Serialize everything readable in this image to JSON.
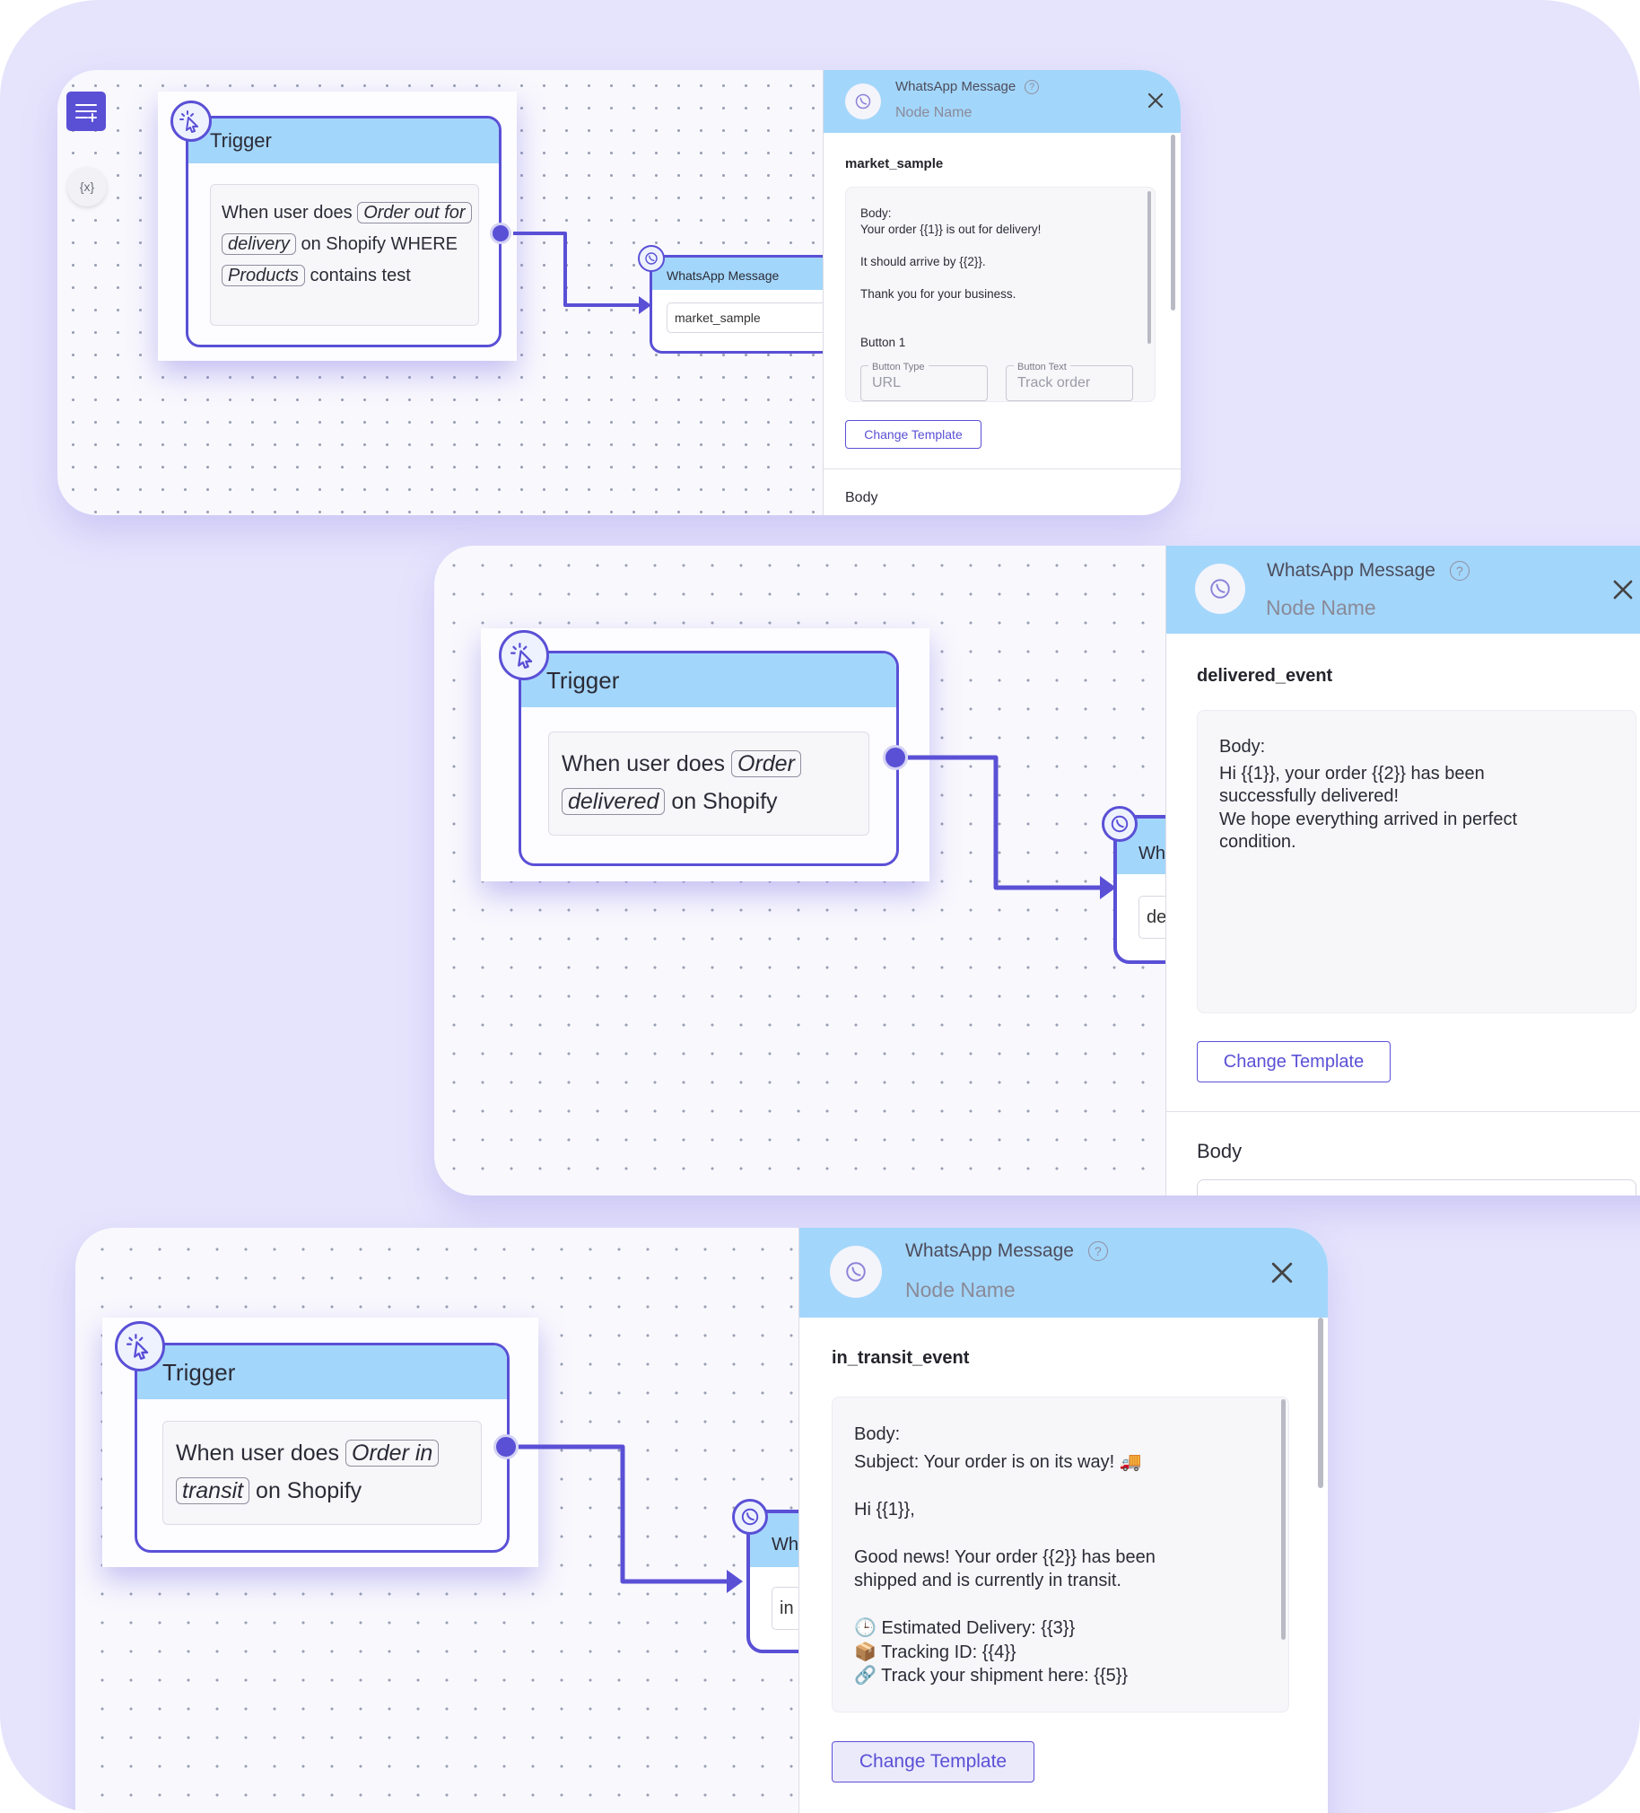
{
  "colors": {
    "background": "#e6e4fc",
    "accent": "#5a50d6",
    "header_blue": "#a3d6fb",
    "canvas": "#f9f8fd"
  },
  "icons": {
    "trigger": "pointer-click-icon",
    "whatsapp": "whatsapp-icon",
    "close": "close-icon",
    "help": "help-circle-icon",
    "menu": "add-list-icon",
    "variables": "variables-icon"
  },
  "flows": [
    {
      "trigger": {
        "title": "Trigger",
        "prefix": "When user does",
        "event": "Order out for delivery",
        "middle": "on",
        "platform_condition": "Shopify WHERE",
        "filter": "Products",
        "suffix": "contains test"
      },
      "node": {
        "title": "WhatsApp Message",
        "field": "market_sample"
      },
      "panel": {
        "title": "WhatsApp Message",
        "node_name_placeholder": "Node Name",
        "template_name": "market_sample",
        "body_lines": [
          "Body:",
          "Your order {{1}} is out for delivery!",
          "",
          "It should arrive by {{2}}.",
          "",
          "Thank you for your business.",
          "",
          "",
          "Button 1"
        ],
        "button_type_label": "Button Type",
        "button_type_value": "URL",
        "button_text_label": "Button Text",
        "button_text_value": "Track order",
        "change_template": "Change Template",
        "section_label": "Body"
      }
    },
    {
      "trigger": {
        "title": "Trigger",
        "prefix": "When user does",
        "event": "Order delivered",
        "suffix": "on Shopify"
      },
      "node": {
        "title": "Wh",
        "field": "de"
      },
      "panel": {
        "title": "WhatsApp Message",
        "node_name_placeholder": "Node Name",
        "template_name": "delivered_event",
        "body_lines": [
          "Body:",
          "Hi {{1}}, your order {{2}} has been",
          "successfully delivered!",
          "We hope everything arrived in perfect",
          "condition."
        ],
        "change_template": "Change Template",
        "section_label": "Body"
      }
    },
    {
      "trigger": {
        "title": "Trigger",
        "prefix": "When user does",
        "event": "Order in transit",
        "suffix": "on Shopify"
      },
      "node": {
        "title": "Wh",
        "field": "in"
      },
      "panel": {
        "title": "WhatsApp Message",
        "node_name_placeholder": "Node Name",
        "template_name": "in_transit_event",
        "body_lines": [
          "Body:",
          "Subject: Your order is on its way! 🚚",
          "",
          "Hi {{1}},",
          "",
          "Good news! Your order {{2}} has been",
          "shipped and is currently in transit.",
          "",
          "🕒 Estimated Delivery: {{3}}",
          "📦 Tracking ID: {{4}}",
          "🔗 Track your shipment here: {{5}}"
        ],
        "change_template": "Change Template"
      }
    }
  ]
}
